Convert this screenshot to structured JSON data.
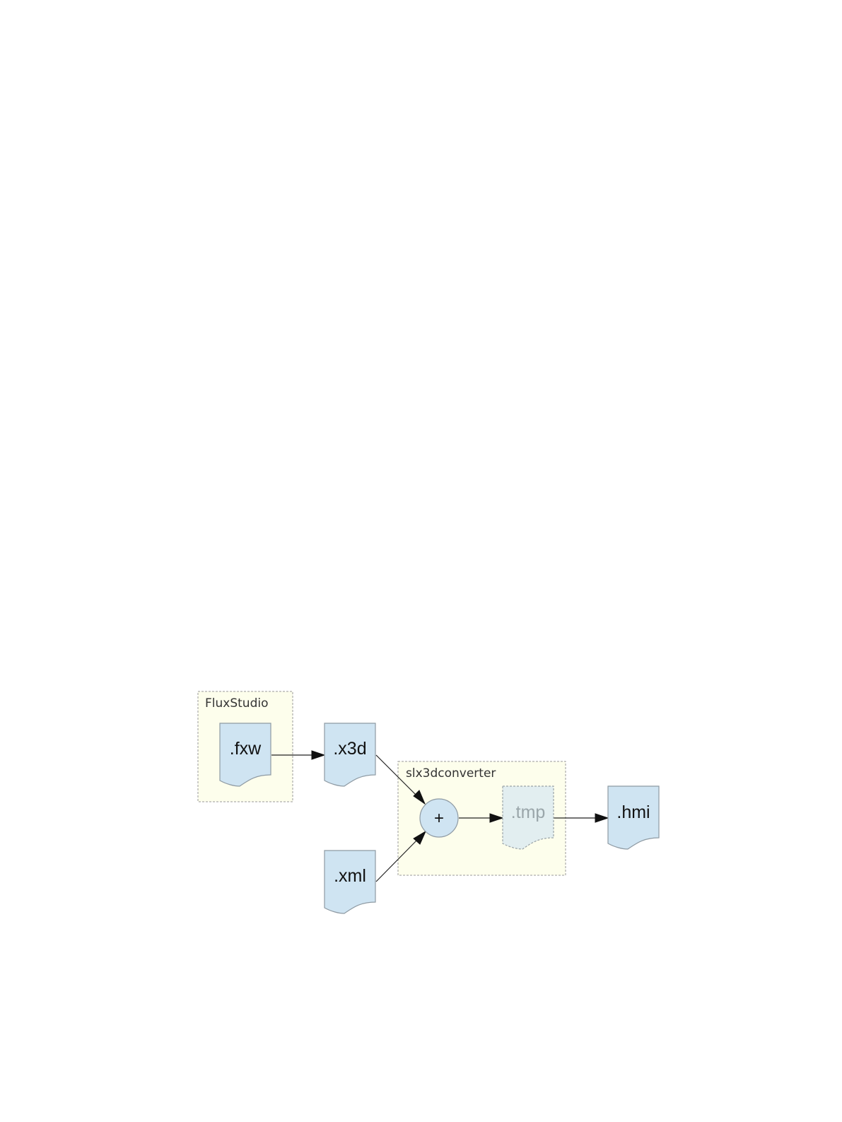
{
  "clusters": {
    "fluxstudio": {
      "label": "FluxStudio"
    },
    "converter": {
      "label": "slx3dconverter"
    }
  },
  "nodes": {
    "fxw": {
      "label": ".fxw"
    },
    "x3d": {
      "label": ".x3d"
    },
    "xml": {
      "label": ".xml"
    },
    "merge": {
      "label": "+"
    },
    "tmp": {
      "label": ".tmp"
    },
    "hmi": {
      "label": ".hmi"
    }
  },
  "edges": [
    {
      "from": "fxw",
      "to": "x3d"
    },
    {
      "from": "x3d",
      "to": "merge"
    },
    {
      "from": "xml",
      "to": "merge"
    },
    {
      "from": "merge",
      "to": "tmp"
    },
    {
      "from": "tmp",
      "to": "hmi"
    }
  ],
  "colors": {
    "cluster_fill": "#fdfeec",
    "node_fill": "#cfe4f2",
    "temp_node_fill": "#e2eef0",
    "temp_text": "#9aa6aa"
  }
}
